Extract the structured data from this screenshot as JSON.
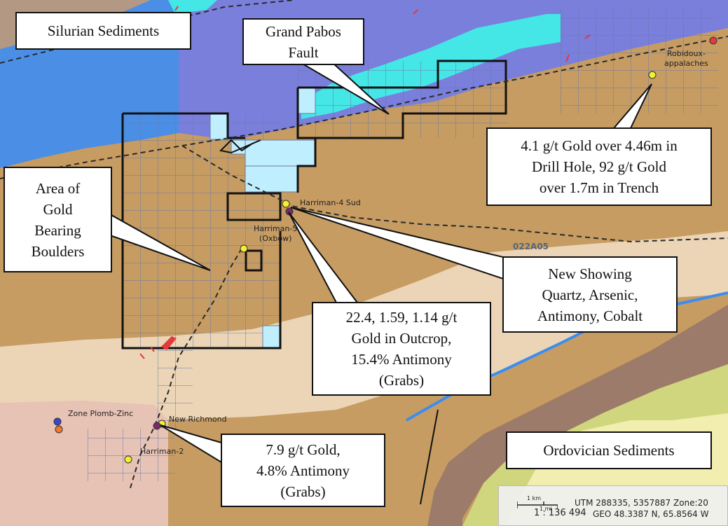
{
  "map": {
    "sheet_label": "022A05",
    "callouts": {
      "silurian": "Silurian Sediments",
      "grand_pabos": "Grand Pabos\nFault",
      "robidoux_result": "4.1 g/t Gold over 4.46m in\nDrill Hole, 92 g/t Gold\nover 1.7m in Trench",
      "gold_boulders": "Area of\nGold\nBearing\nBoulders",
      "new_showing": "New Showing\nQuartz, Arsenic,\nAntimony, Cobalt",
      "outcrop_result": "22.4, 1.59, 1.14 g/t\nGold in Outcrop,\n15.4% Antimony\n(Grabs)",
      "new_richmond_result": "7.9 g/t Gold,\n4.8% Antimony\n(Grabs)",
      "ordovician": "Ordovician Sediments"
    },
    "showings": {
      "robidoux": "Robidoux-\nappalaches",
      "harriman4": "Harriman-4 Sud",
      "harriman5": "Harriman-5\n(Oxbow)",
      "zone_plomb": "Zone Plomb-Zinc",
      "new_richmond": "New Richmond",
      "harriman2": "Harriman-2"
    },
    "scale": {
      "km": "1 km",
      "mi": "1 mi",
      "utm": "UTM 288335, 5357887 Zone:20",
      "ratio": "1 : 136 494",
      "geo": "GEO 48.3387 N, 65.8564 W"
    },
    "colors": {
      "silurian_blue": "#4a8ee6",
      "fault_zone_purple": "#7a7fdc",
      "cyan_unit": "#44e6e6",
      "tan_sediment": "#c69c62",
      "light_tan": "#ecd5b6",
      "pink_unit": "#e7c3b6",
      "brown_band": "#9c7b6a",
      "yellow_green": "#cfd67e",
      "pale_yellow": "#f2eeb0",
      "claim_fill": "#bfefff",
      "showing_yellow": "#f5ef30",
      "showing_purple": "#7a2a6a"
    }
  }
}
